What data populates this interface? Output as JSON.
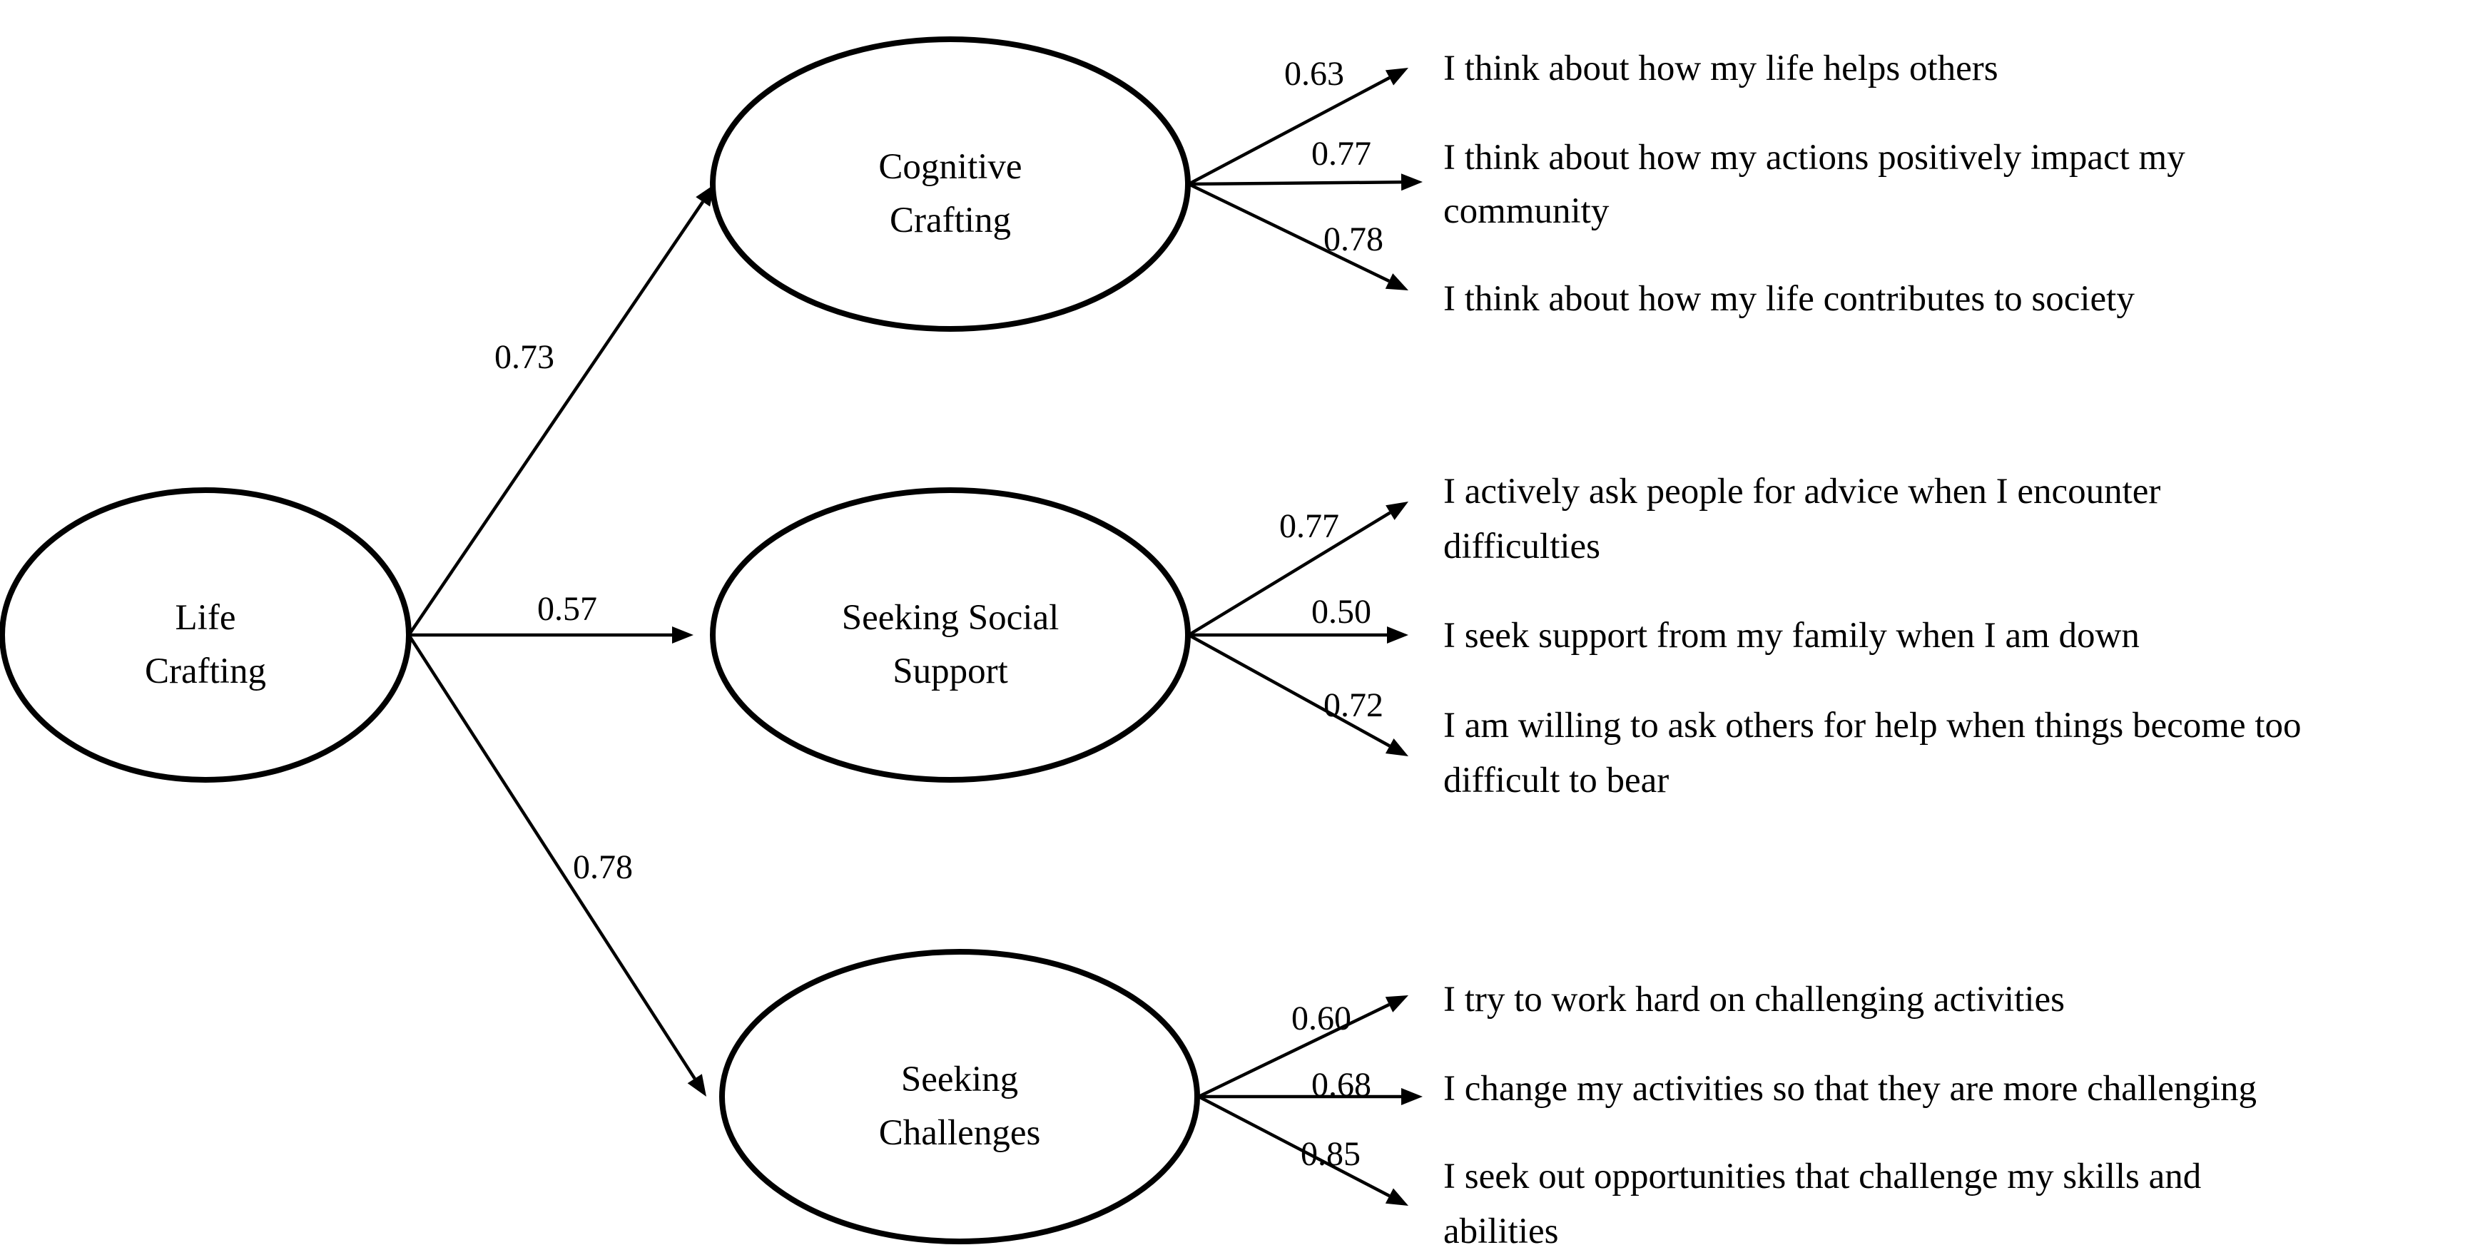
{
  "diagram": {
    "root": {
      "label_lines": [
        "Life",
        "Crafting"
      ]
    },
    "factors": [
      {
        "id": "cognitive-crafting",
        "label_lines": [
          "Cognitive",
          "Crafting"
        ],
        "loading": "0.73",
        "items": [
          {
            "coef": "0.63",
            "text_lines": [
              "I think about how my life helps others"
            ]
          },
          {
            "coef": "0.77",
            "text_lines": [
              "I think about how my actions positively impact my",
              "community"
            ]
          },
          {
            "coef": "0.78",
            "text_lines": [
              "I think about how my life contributes to society"
            ]
          }
        ]
      },
      {
        "id": "seeking-social-support",
        "label_lines": [
          "Seeking Social",
          "Support"
        ],
        "loading": "0.57",
        "items": [
          {
            "coef": "0.77",
            "text_lines": [
              "I actively ask people for advice when I encounter",
              "difficulties"
            ]
          },
          {
            "coef": "0.50",
            "text_lines": [
              "I seek support from my family when I am down"
            ]
          },
          {
            "coef": "0.72",
            "text_lines": [
              "I am willing to ask others for help when things become too",
              "difficult to bear"
            ]
          }
        ]
      },
      {
        "id": "seeking-challenges",
        "label_lines": [
          "Seeking",
          "Challenges"
        ],
        "loading": "0.78",
        "items": [
          {
            "coef": "0.60",
            "text_lines": [
              "I try to work hard on challenging activities"
            ]
          },
          {
            "coef": "0.68",
            "text_lines": [
              "I change my activities so that they are more challenging"
            ]
          },
          {
            "coef": "0.85",
            "text_lines": [
              "I seek out opportunities that challenge my skills and",
              "abilities"
            ]
          }
        ]
      }
    ]
  }
}
